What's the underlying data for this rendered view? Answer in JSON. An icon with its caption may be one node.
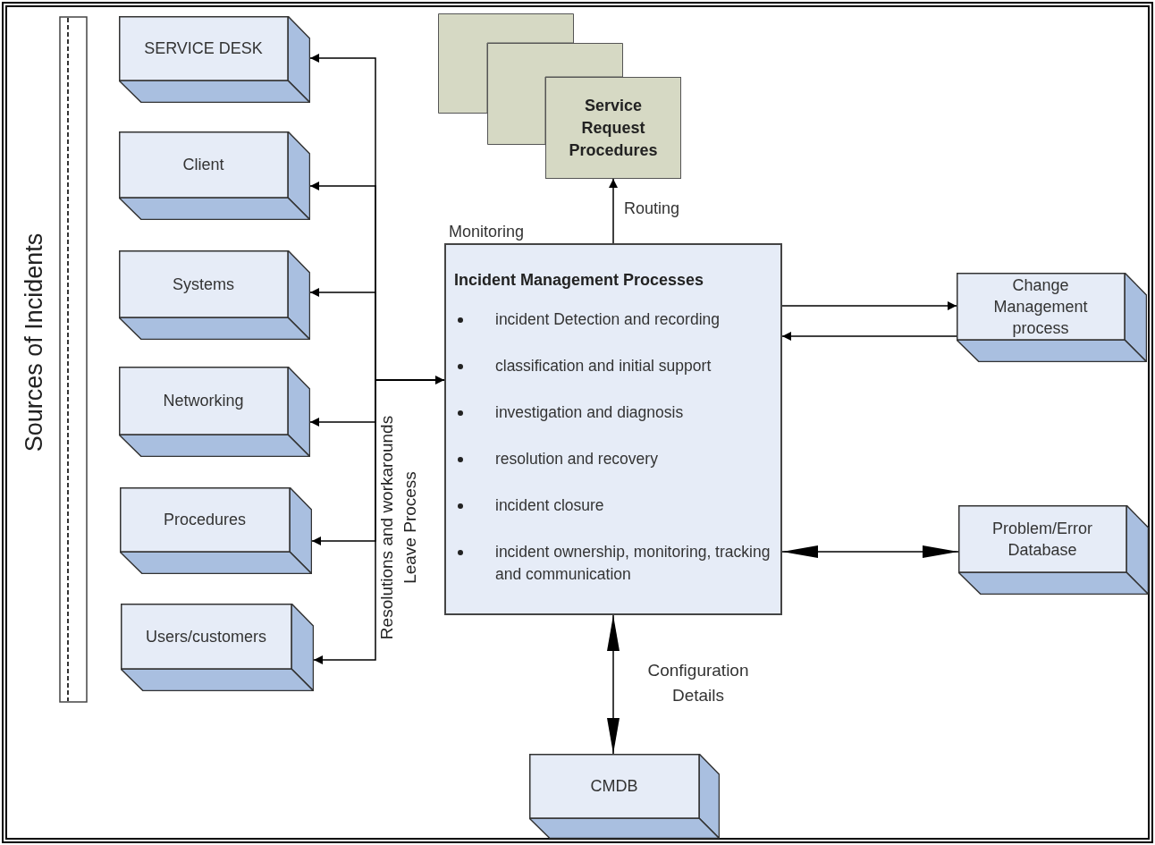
{
  "diagram": {
    "nodes": [
      {
        "text": [
          "SERVICE DESK"
        ]
      },
      {
        "text": [
          "Client"
        ]
      },
      {
        "text": [
          "Systems"
        ]
      },
      {
        "text": [
          "Networking"
        ]
      },
      {
        "text": [
          "Procedures"
        ]
      },
      {
        "text": [
          "Users/customers"
        ]
      },
      {
        "text": [],
        "shape": "box"
      },
      {
        "text": [],
        "shape": "box"
      },
      {
        "text": [
          "Service Request Procedures"
        ]
      },
      {
        "text": [
          "Incident Management Processes",
          "incident Detection and recording",
          "classification and initial support",
          "investigation and diagnosis",
          "resolution and recovery",
          "incident closure",
          "incident ownership, monitoring, tracking and communication"
        ],
        "beside": [
          "Monitoring"
        ]
      },
      {
        "text": [
          "Change Management process"
        ]
      },
      {
        "text": [
          "Problem/Error Database"
        ]
      },
      {
        "text": [
          "CMDB"
        ]
      }
    ],
    "edges": [
      {
        "from": 9,
        "to": 0,
        "arrow": "to"
      },
      {
        "from": 9,
        "to": 1,
        "arrow": "to"
      },
      {
        "from": 9,
        "to": 2,
        "arrow": "to"
      },
      {
        "from": 9,
        "to": 3,
        "arrow": "to"
      },
      {
        "from": 9,
        "to": 4,
        "arrow": "to"
      },
      {
        "from": 9,
        "to": 5,
        "arrow": "to"
      },
      {
        "from": null,
        "to": 9,
        "arrow": "to"
      },
      {
        "from": 9,
        "to": 8,
        "arrow": "to",
        "label": "Routing"
      },
      {
        "from": 9,
        "to": 10,
        "arrow": "to"
      },
      {
        "from": 10,
        "to": 9,
        "arrow": "to"
      },
      {
        "from": 9,
        "to": 11,
        "arrow": "both"
      },
      {
        "from": 9,
        "to": 12,
        "arrow": "both",
        "label": "Configuration Details"
      }
    ],
    "labels": [
      "Sources of Incidents",
      "Resolutions and workarounds Leave Process"
    ]
  }
}
